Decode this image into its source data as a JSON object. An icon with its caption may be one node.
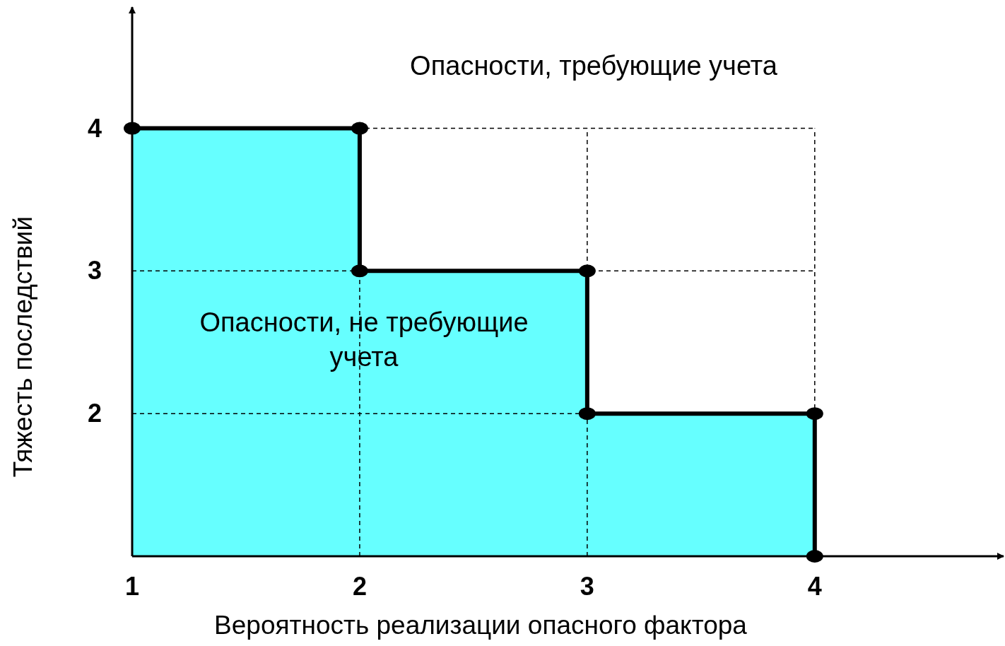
{
  "diagram": {
    "labels": [
      "Опасности, требующие учета",
      "Опасности, не требующие учета"
    ],
    "chart_data": {
      "type": "area",
      "xlabel": "Вероятность реализации опасного фактора",
      "ylabel": "Тяжесть последствий",
      "x": [
        1,
        2,
        2,
        3,
        3,
        4,
        4
      ],
      "series": [
        {
          "color": "#66ffff",
          "values": [
            4,
            4,
            3,
            3,
            2,
            2,
            1
          ]
        }
      ],
      "xlim": [
        1,
        4.83
      ],
      "ylim": [
        1,
        4.85
      ],
      "xticks": [
        1,
        2,
        3,
        4
      ],
      "yticks": [
        2,
        3,
        4
      ],
      "grid": true
    }
  }
}
